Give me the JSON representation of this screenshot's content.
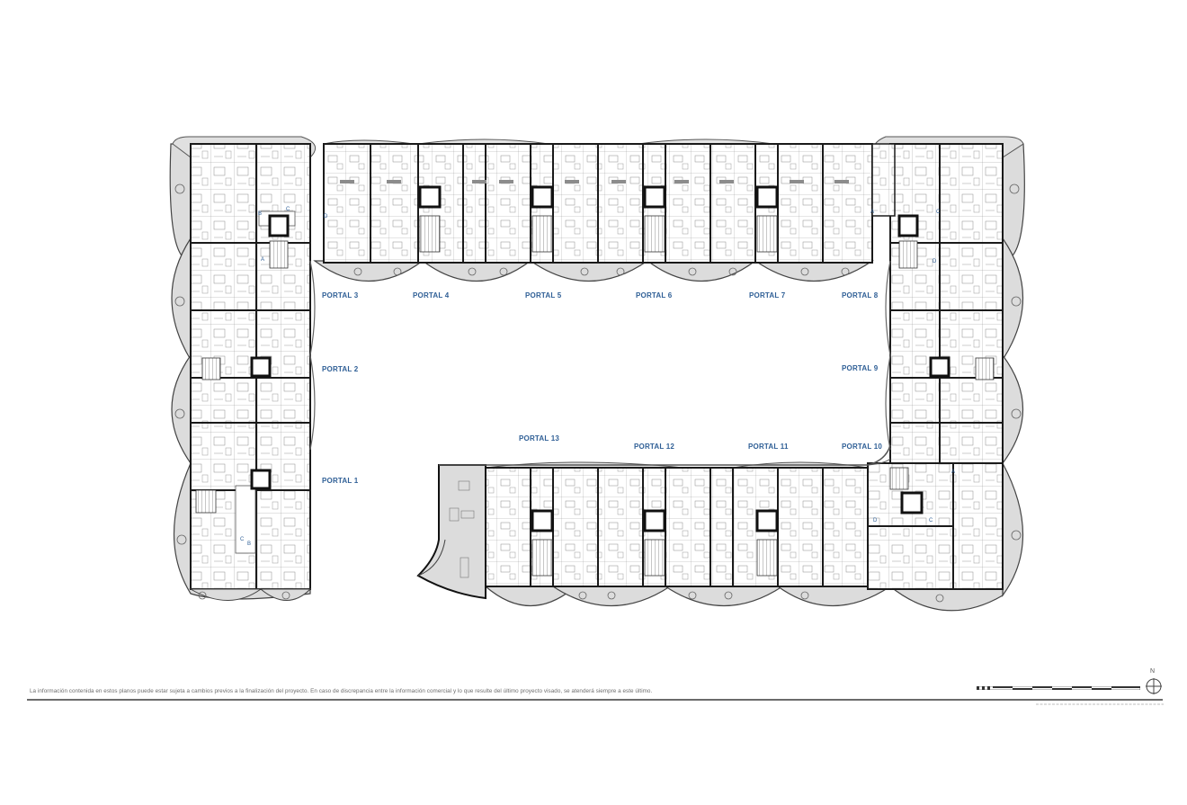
{
  "plan": {
    "type": "residential floor plan",
    "layout": "rectangular perimeter block with central courtyard",
    "colors": {
      "wall": "#1a1a1a",
      "line": "#555555",
      "terrace_fill": "#dcdcdc",
      "portal_label": "#2f5f96",
      "footer_rule": "#6b6b6b",
      "disclaimer_text": "#6e6e6e"
    }
  },
  "portals": [
    {
      "id": 1,
      "label": "PORTAL 1"
    },
    {
      "id": 2,
      "label": "PORTAL 2"
    },
    {
      "id": 3,
      "label": "PORTAL 3"
    },
    {
      "id": 4,
      "label": "PORTAL 4"
    },
    {
      "id": 5,
      "label": "PORTAL 5"
    },
    {
      "id": 6,
      "label": "PORTAL 6"
    },
    {
      "id": 7,
      "label": "PORTAL 7"
    },
    {
      "id": 8,
      "label": "PORTAL 8"
    },
    {
      "id": 9,
      "label": "PORTAL 9"
    },
    {
      "id": 10,
      "label": "PORTAL 10"
    },
    {
      "id": 11,
      "label": "PORTAL 11"
    },
    {
      "id": 12,
      "label": "PORTAL 12"
    },
    {
      "id": 13,
      "label": "PORTAL 13"
    }
  ],
  "unit_door_letters": [
    "A",
    "B",
    "C",
    "D"
  ],
  "footer": {
    "disclaimer": "La información contenida en estos planos puede estar sujeta a cambios previos a la finalización del proyecto. En caso de discrepancia entre la información comercial y lo que resulte del último proyecto visado, se atenderá siempre a este último.",
    "north_label": "N",
    "scale_bar": "graphic-scale-bar",
    "north_icon": "north-arrow-compass-icon"
  }
}
